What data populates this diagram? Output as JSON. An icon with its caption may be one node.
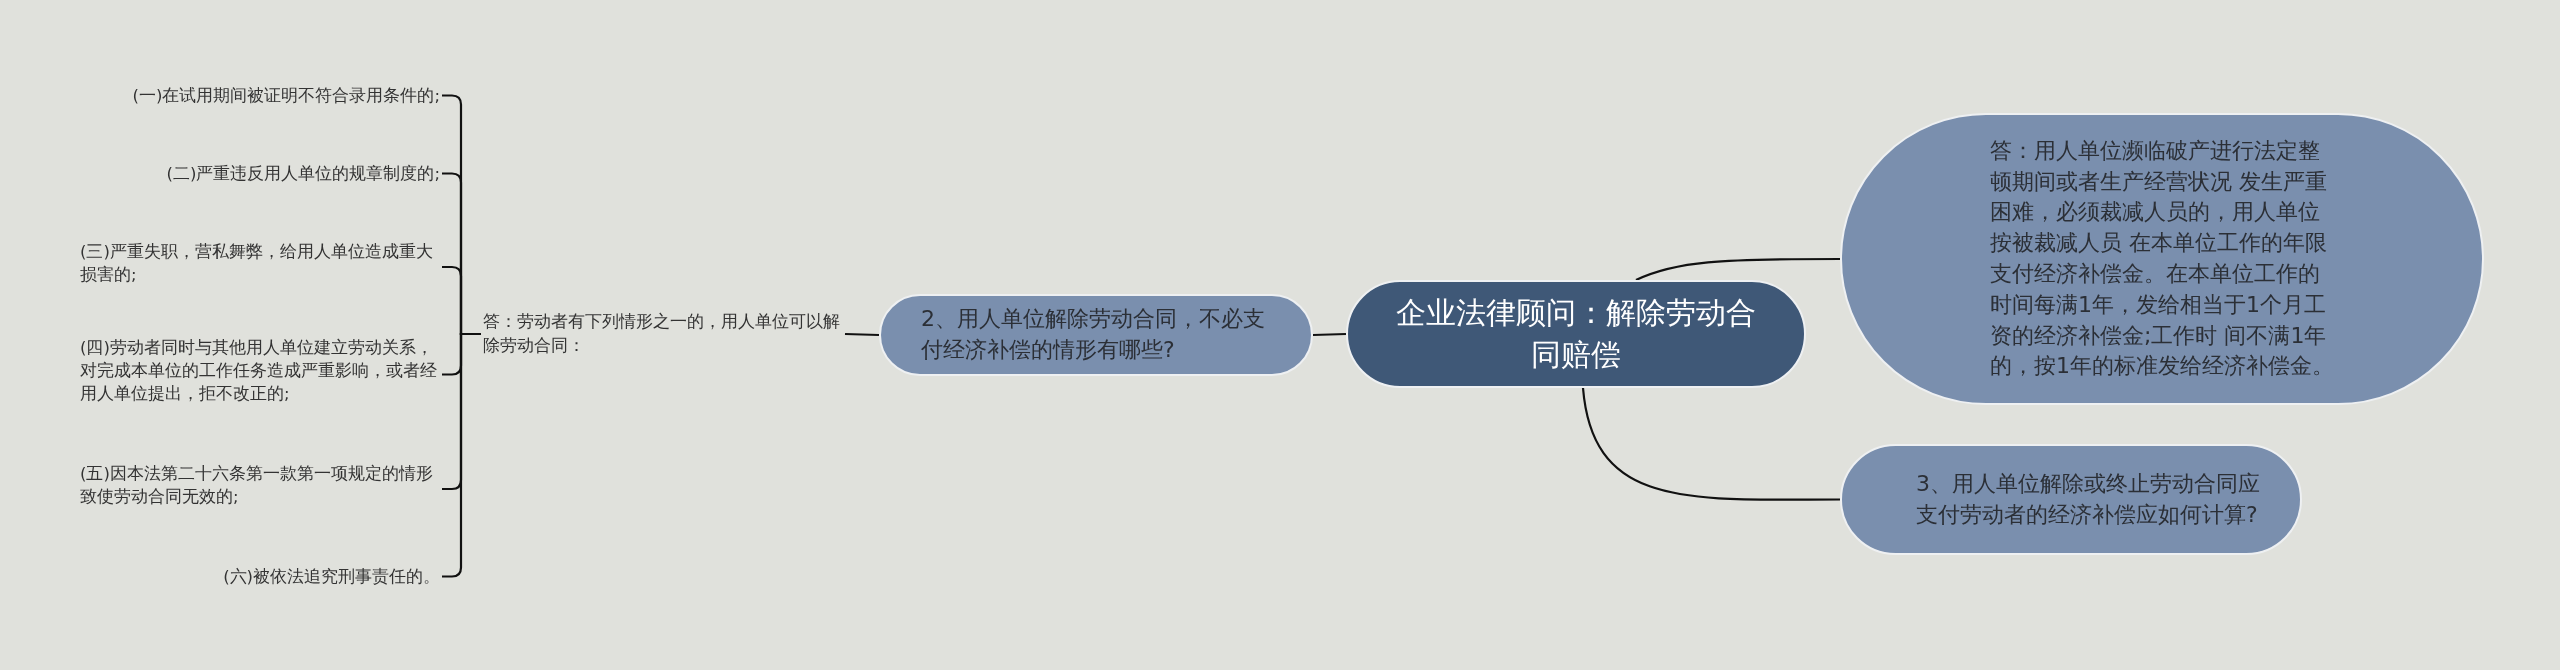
{
  "diagram": {
    "nodes": [
      {
        "text": [
          "企业法律顾问：解除劳动合同赔偿"
        ]
      },
      {
        "text": [
          "2、用人单位解除劳动合同，不必支付经济补偿的情形有哪些?"
        ]
      },
      {
        "text": [
          "答：劳动者有下列情形之一的，用人单位可以解除劳动合同："
        ]
      },
      {
        "text": [
          "(一)在试用期间被证明不符合录用条件的;"
        ]
      },
      {
        "text": [
          "(二)严重违反用人单位的规章制度的;"
        ]
      },
      {
        "text": [
          "(三)严重失职，营私舞弊，给用人单位造成重大损害的;"
        ]
      },
      {
        "text": [
          "(四)劳动者同时与其他用人单位建立劳动关系，对完成本单位的工作任务造成严重影响，或者经用人单位提出，拒不改正的;"
        ]
      },
      {
        "text": [
          "(五)因本法第二十六条第一款第一项规定的情形致使劳动合同无效的;"
        ]
      },
      {
        "text": [
          "(六)被依法追究刑事责任的。"
        ]
      },
      {
        "text": [
          "答：用人单位濒临破产进行法定整顿期间或者生产经营状况 发生严重困难，必须裁减人员的，用人单位按被裁减人员 在本单位工作的年限支付经济补偿金。在本单位工作的时间每满1年，发给相当于1个月工资的经济补偿金;工作时 间不满1年的，按1年的标准发给经济补偿金。"
        ]
      },
      {
        "text": [
          "3、用人单位解除或终止劳动合同应支付劳动者的经济补偿应如何计算?"
        ]
      }
    ],
    "edges": [
      {
        "from": 0,
        "to": 1,
        "arrow": "none"
      },
      {
        "from": 1,
        "to": 2,
        "arrow": "none"
      },
      {
        "from": 2,
        "to": 3,
        "arrow": "none"
      },
      {
        "from": 2,
        "to": 4,
        "arrow": "none"
      },
      {
        "from": 2,
        "to": 5,
        "arrow": "none"
      },
      {
        "from": 2,
        "to": 6,
        "arrow": "none"
      },
      {
        "from": 2,
        "to": 7,
        "arrow": "none"
      },
      {
        "from": 2,
        "to": 8,
        "arrow": "none"
      },
      {
        "from": 0,
        "to": 9,
        "arrow": "none"
      },
      {
        "from": 0,
        "to": 10,
        "arrow": "none"
      }
    ]
  }
}
